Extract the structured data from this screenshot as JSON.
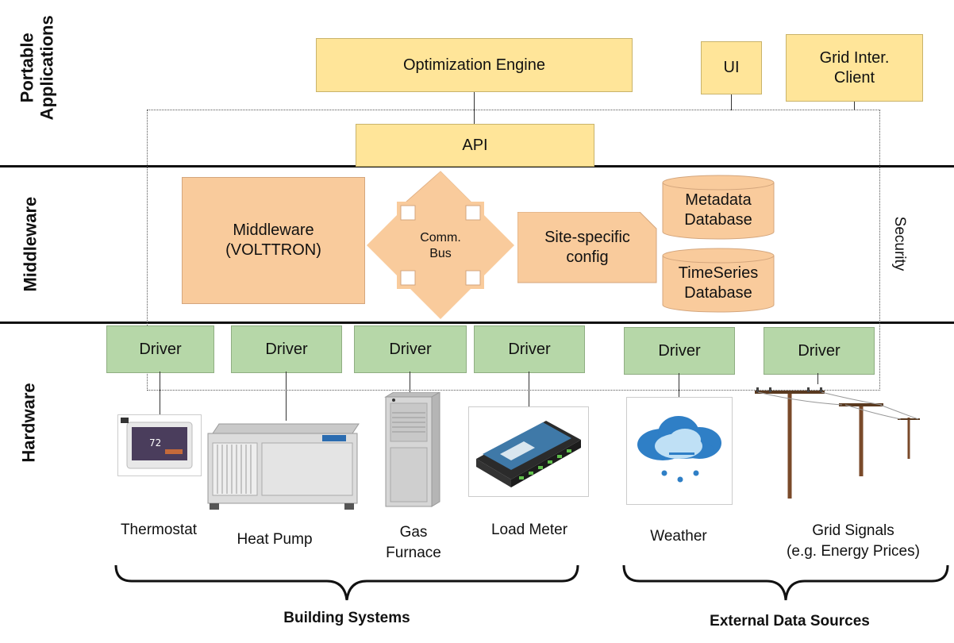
{
  "layers": {
    "applications": "Portable\nApplications",
    "middleware": "Middleware",
    "hardware": "Hardware"
  },
  "apps": {
    "optimization_engine": "Optimization Engine",
    "ui": "UI",
    "grid_client": "Grid Inter.\nClient",
    "api": "API"
  },
  "middleware": {
    "volttron": "Middleware\n(VOLTTRON)",
    "comm_bus": "Comm.\nBus",
    "site_config": "Site-specific\nconfig",
    "metadata_db": "Metadata\nDatabase",
    "timeseries_db": "TimeSeries\nDatabase",
    "security": "Security"
  },
  "drivers": [
    "Driver",
    "Driver",
    "Driver",
    "Driver",
    "Driver",
    "Driver"
  ],
  "devices": {
    "thermostat": "Thermostat",
    "heat_pump": "Heat Pump",
    "gas_furnace": "Gas\nFurnace",
    "load_meter": "Load Meter",
    "weather": "Weather",
    "grid_signals": "Grid Signals\n(e.g. Energy Prices)"
  },
  "groups": {
    "building": "Building Systems",
    "external": "External Data Sources"
  },
  "colors": {
    "application": "#ffe599",
    "middleware": "#f9cb9c",
    "driver": "#b6d7a8"
  }
}
